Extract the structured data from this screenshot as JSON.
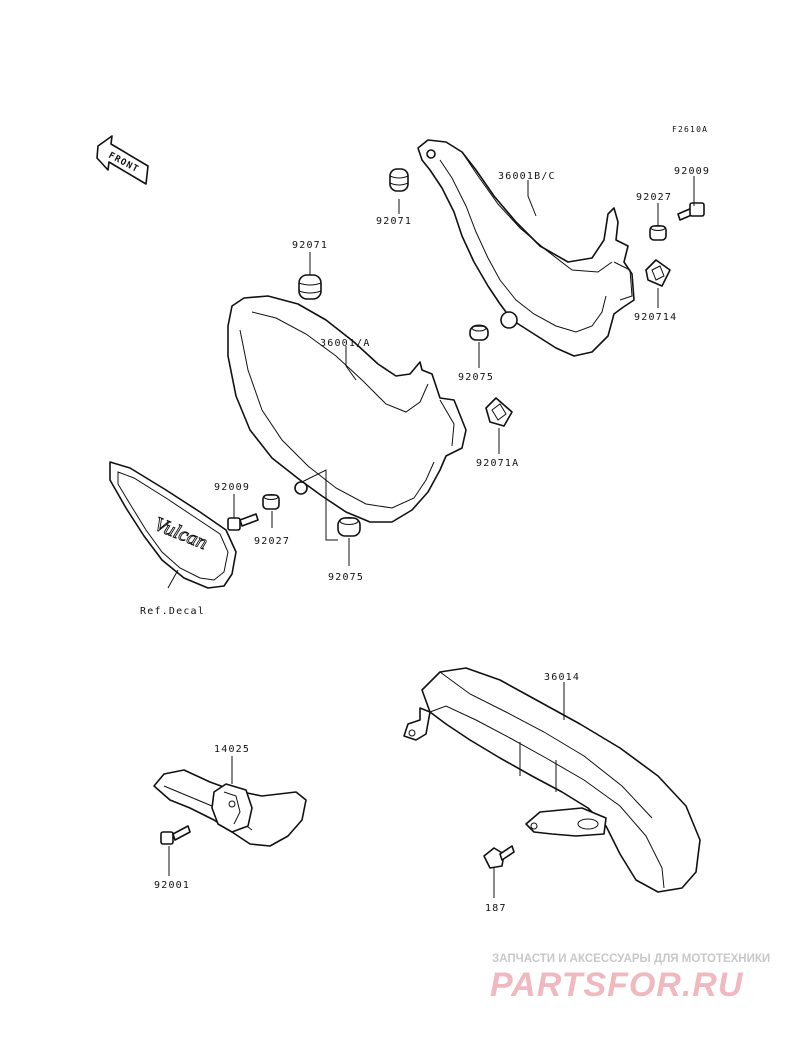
{
  "diagram": {
    "code": "F2610A",
    "front_label": "FRONT",
    "decal_text": "Vulcan"
  },
  "labels": {
    "p36001bc": "36001B/C",
    "p92071_top": "92071",
    "p92009_top": "92009",
    "p92027_top": "92027",
    "p92071_mid": "92071",
    "p92071a_right": "920714",
    "p36001a": "36001/A",
    "p92075_mid": "92075",
    "p92071a": "92071A",
    "p92009_left": "92009",
    "p92027_left": "92027",
    "p92075_low": "92075",
    "ref_decal": "Ref.Decal",
    "p36014": "36014",
    "p14025": "14025",
    "p92001": "92001",
    "p187": "187"
  },
  "watermark": {
    "line1": "ЗАПЧАСТИ И АКСЕССУАРЫ ДЛЯ МОТОТЕХНИКИ",
    "line2": "PARTSFOR.RU"
  }
}
